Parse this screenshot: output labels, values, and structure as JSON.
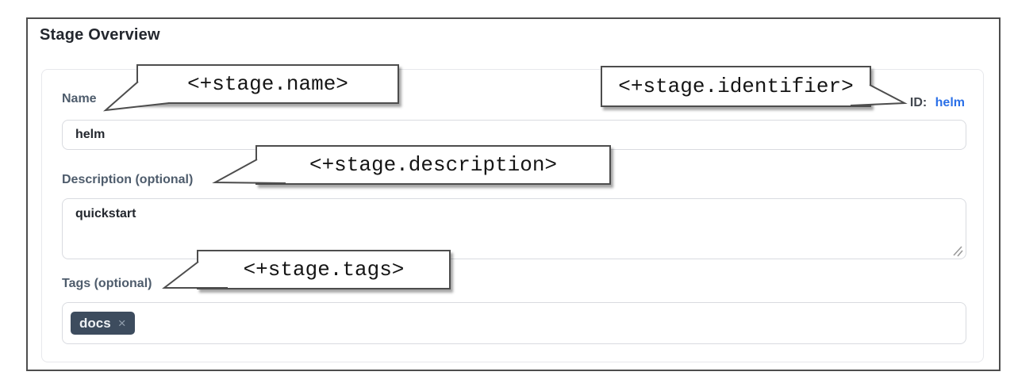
{
  "window": {
    "title": "Stage Overview"
  },
  "form": {
    "name": {
      "label": "Name",
      "value": "helm"
    },
    "identifier": {
      "label": "ID:",
      "value": "helm"
    },
    "description": {
      "label": "Description (optional)",
      "value": "quickstart"
    },
    "tags": {
      "label": "Tags (optional)",
      "chips": [
        {
          "text": "docs",
          "remove_glyph": "×"
        }
      ]
    }
  },
  "callouts": {
    "name": {
      "text": "<+stage.name>"
    },
    "identifier": {
      "text": "<+stage.identifier>"
    },
    "description": {
      "text": "<+stage.description>"
    },
    "tags": {
      "text": "<+stage.tags>"
    }
  },
  "colors": {
    "frame_border": "#4d4d4d",
    "callout_border": "#4d4d4d",
    "label_text": "#4e5c6c",
    "id_link_blue": "#2b70e8",
    "tag_chip_bg": "#3d4c5e",
    "input_border": "#d9dbe0"
  }
}
